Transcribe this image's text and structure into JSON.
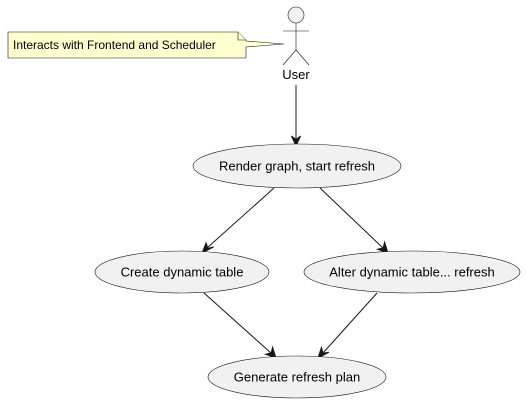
{
  "diagram": {
    "note": {
      "text": "Interacts with Frontend and Scheduler",
      "fill": "#fefece"
    },
    "actor": {
      "label": "User"
    },
    "usecases": {
      "render": "Render graph, start refresh",
      "create": "Create dynamic table",
      "alter": "Alter dynamic table... refresh",
      "generate": "Generate refresh plan"
    },
    "edges": [
      {
        "from": "User",
        "to": "Render graph, start refresh"
      },
      {
        "from": "Render graph, start refresh",
        "to": "Create dynamic table"
      },
      {
        "from": "Render graph, start refresh",
        "to": "Alter dynamic table... refresh"
      },
      {
        "from": "Create dynamic table",
        "to": "Generate refresh plan"
      },
      {
        "from": "Alter dynamic table... refresh",
        "to": "Generate refresh plan"
      }
    ],
    "colors": {
      "usecase_fill": "#f1f1f1",
      "stroke": "#181818",
      "note_fill": "#fefece"
    }
  }
}
